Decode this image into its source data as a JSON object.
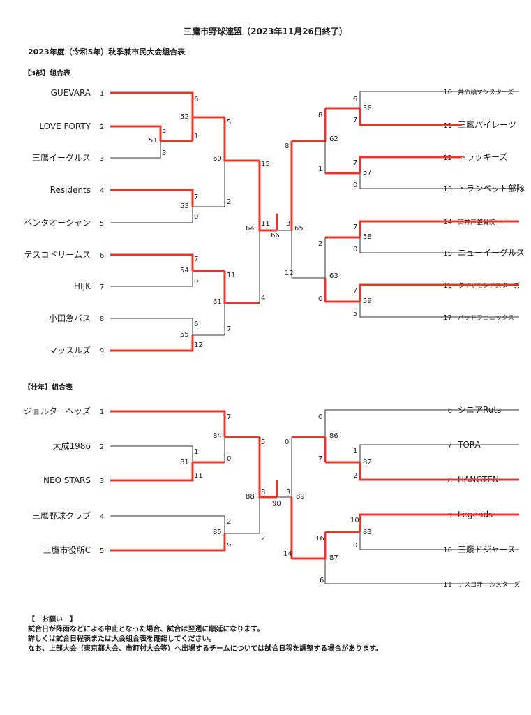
{
  "header": {
    "title": "三鷹市野球連盟（2023年11月26日終了）",
    "subtitle": "2023年度（令和5年）秋季兼市民大会組合表"
  },
  "colors": {
    "winner_line": "#e8372a",
    "line": "#333333"
  },
  "div3": {
    "label": "【3部】組合表",
    "left_teams": [
      {
        "num": "1",
        "name": "GUEVARA"
      },
      {
        "num": "2",
        "name": "LOVE FORTY"
      },
      {
        "num": "3",
        "name": "三鷹イーグルス"
      },
      {
        "num": "4",
        "name": "Residents"
      },
      {
        "num": "5",
        "name": "ペンタオーシャン"
      },
      {
        "num": "6",
        "name": "テスコドリームス"
      },
      {
        "num": "7",
        "name": "HIJK"
      },
      {
        "num": "8",
        "name": "小田急バス"
      },
      {
        "num": "9",
        "name": "マッスルズ"
      }
    ],
    "right_teams": [
      {
        "num": "10",
        "name": "井の頭マンスターズ"
      },
      {
        "num": "11",
        "name": "三鷹パイレーツ"
      },
      {
        "num": "12",
        "name": "トラッキーズ"
      },
      {
        "num": "13",
        "name": "トランペット部隊"
      },
      {
        "num": "14",
        "name": "高井戸整骨院トト"
      },
      {
        "num": "15",
        "name": "ニューイーグルス"
      },
      {
        "num": "16",
        "name": "ダイヤモンドスターズ"
      },
      {
        "num": "17",
        "name": "バッドフェニックス"
      }
    ],
    "games": [
      "51",
      "52",
      "53",
      "54",
      "55",
      "60",
      "61",
      "64",
      "66",
      "65",
      "62",
      "63",
      "56",
      "57",
      "58",
      "59"
    ],
    "scores": {
      "g51": [
        "5",
        "3"
      ],
      "g52": [
        "6",
        "1"
      ],
      "g53": [
        "7",
        "0"
      ],
      "g54": [
        "7",
        "0"
      ],
      "g55": [
        "6",
        "12"
      ],
      "g60": [
        "5",
        "2"
      ],
      "g61": [
        "11",
        "7"
      ],
      "g64": [
        "15",
        "4"
      ],
      "g66": [
        "11",
        "3"
      ],
      "g56": [
        "6",
        "7"
      ],
      "g57": [
        "7",
        "0"
      ],
      "g58": [
        "7",
        "0"
      ],
      "g59": [
        "7",
        "5"
      ],
      "g62": [
        "8",
        "1"
      ],
      "g63": [
        "2",
        "0"
      ],
      "g65": [
        "8",
        "12"
      ]
    }
  },
  "senior": {
    "label": "【壮年】組合表",
    "left_teams": [
      {
        "num": "1",
        "name": "ジョルターヘッズ"
      },
      {
        "num": "2",
        "name": "大成1986"
      },
      {
        "num": "3",
        "name": "NEO STARS"
      },
      {
        "num": "4",
        "name": "三鷹野球クラブ"
      },
      {
        "num": "5",
        "name": "三鷹市役所C"
      }
    ],
    "right_teams": [
      {
        "num": "6",
        "name": "シニアRuts"
      },
      {
        "num": "7",
        "name": "TORA"
      },
      {
        "num": "8",
        "name": "HANGTEN"
      },
      {
        "num": "9",
        "name": "Legends"
      },
      {
        "num": "10",
        "name": "三鷹ドジャース"
      },
      {
        "num": "11",
        "name": "テスコオールスターズ"
      }
    ],
    "games": [
      "81",
      "84",
      "85",
      "88",
      "90",
      "82",
      "86",
      "83",
      "87",
      "89"
    ],
    "scores": {
      "g81": [
        "1",
        "11"
      ],
      "g84": [
        "7",
        "0"
      ],
      "g85": [
        "2",
        "9"
      ],
      "g88": [
        "5",
        "2"
      ],
      "g90": [
        "8",
        "3"
      ],
      "g82": [
        "1",
        "2"
      ],
      "g86": [
        "0",
        "7"
      ],
      "g83": [
        "10",
        "0"
      ],
      "g87": [
        "16",
        "6"
      ],
      "g89": [
        "0",
        "14"
      ]
    }
  },
  "notice": {
    "heading": "【　お願い　】",
    "lines": [
      "試合日が降雨などによる中止となった場合、試合は翌週に順延になります。",
      "詳しくは試合日程表または大会組合表を確認してください。",
      "なお、上部大会（東京都大会、市町村大会等）へ出場するチームについては試合日程を調整する場合があります。"
    ]
  }
}
